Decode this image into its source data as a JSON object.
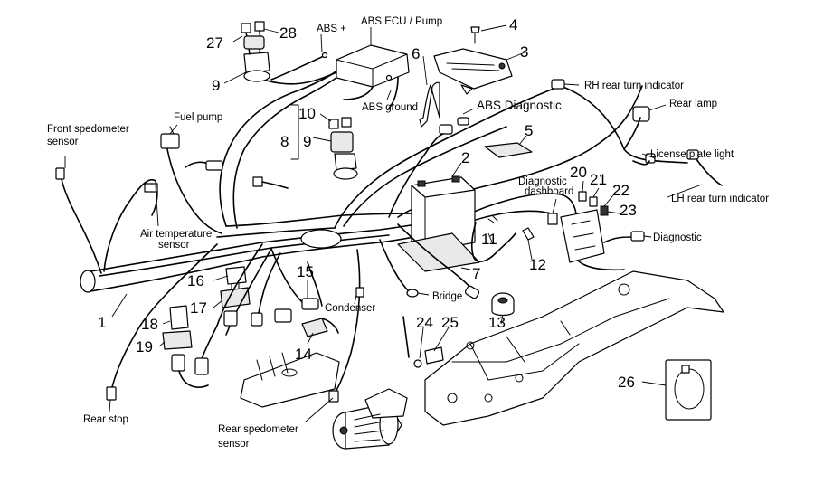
{
  "labels": {
    "front_spedometer_sensor_line1": "Front spedometer",
    "front_spedometer_sensor_line2": "sensor",
    "fuel_pump": "Fuel pump",
    "abs_plus": "ABS +",
    "abs_ecu_pump": "ABS ECU / Pump",
    "abs_ground": "ABS ground",
    "abs_diagnostic": "ABS Diagnostic",
    "rh_rear_turn_indicator": "RH rear turn indicator",
    "rear_lamp": "Rear lamp",
    "license_plate_light": "License plate light",
    "lh_rear_turn_indicator": "LH rear turn indicator",
    "diagnostic_dashboard_line1": "Diagnostic",
    "diagnostic_dashboard_line2": "dashboard",
    "diagnostic": "Diagnostic",
    "air_temperature_sensor_line1": "Air temperature",
    "air_temperature_sensor_line2": "sensor",
    "condenser": "Condenser",
    "bridge": "Bridge",
    "rear_stop": "Rear stop",
    "rear_spedometer_sensor_line1": "Rear spedometer",
    "rear_spedometer_sensor_line2": "sensor"
  },
  "callouts": {
    "n1": "1",
    "n2": "2",
    "n3": "3",
    "n4": "4",
    "n5": "5",
    "n6": "6",
    "n7": "7",
    "n8": "8",
    "n9a": "9",
    "n9b": "9",
    "n10": "10",
    "n11": "11",
    "n12": "12",
    "n13": "13",
    "n14": "14",
    "n15": "15",
    "n16": "16",
    "n17": "17",
    "n18": "18",
    "n19": "19",
    "n20": "20",
    "n21": "21",
    "n22": "22",
    "n23": "23",
    "n24": "24",
    "n25": "25",
    "n26": "26",
    "n27": "27",
    "n28": "28"
  },
  "colors": {
    "line": "#000000",
    "background": "#ffffff",
    "shade": "#e9e9e9"
  }
}
